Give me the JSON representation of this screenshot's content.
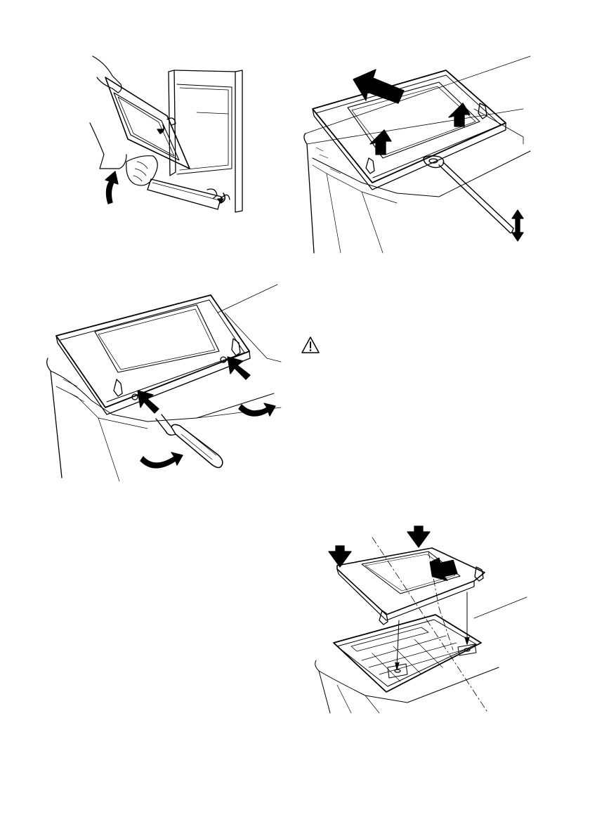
{
  "figures": [
    {
      "id": "fig-1",
      "icon": "door-removal-illustration"
    },
    {
      "id": "fig-2",
      "icon": "door-lift-off-illustration"
    },
    {
      "id": "fig-3",
      "icon": "door-screw-removal-illustration"
    },
    {
      "id": "fig-4",
      "icon": "door-glass-panel-illustration"
    }
  ],
  "warning": {
    "icon": "warning-icon"
  },
  "colors": {
    "line": "#000000",
    "background": "#ffffff"
  }
}
